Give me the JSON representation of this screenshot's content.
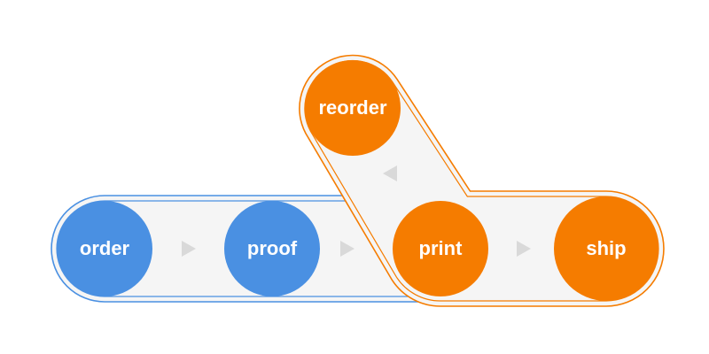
{
  "colors": {
    "blue": "#4a90e2",
    "orange": "#f57c00",
    "track_fill": "#f5f5f5",
    "arrow": "#d9d9d9",
    "background": "#ffffff"
  },
  "nodes": {
    "order": "order",
    "proof": "proof",
    "print": "print",
    "ship": "ship",
    "reorder": "reorder"
  },
  "icons": {
    "forward_arrow": "triangle-right-icon",
    "back_arrow": "triangle-left-icon"
  }
}
